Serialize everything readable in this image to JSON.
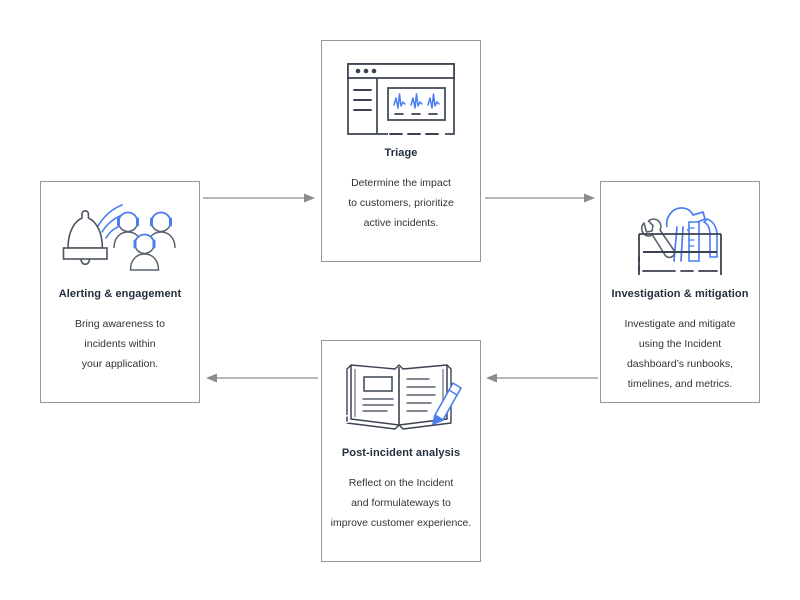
{
  "diagram": {
    "type": "cycle-flow",
    "accent_color": "#4a7ef0",
    "border_color": "#969696",
    "title_color": "#232f3e",
    "body_color": "#333333",
    "arrow_color": "#8c8c8c",
    "background": "#ffffff"
  },
  "cards": [
    {
      "id": "alerting",
      "title": "Alerting & engagement",
      "icon": "bell-and-people-with-headsets-icon",
      "body_lines": [
        "Bring awareness to",
        "incidents within",
        "your application."
      ]
    },
    {
      "id": "triage",
      "title": "Triage",
      "icon": "dashboard-window-with-charts-icon",
      "body_lines": [
        "Determine the impact",
        "to customers, prioritize",
        "active incidents."
      ]
    },
    {
      "id": "investigation",
      "title": "Investigation & mitigation",
      "icon": "toolbox-with-tools-icon",
      "body_lines": [
        "Investigate and mitigate",
        "using the Incident",
        "dashboard’s runbooks,",
        "timelines, and metrics."
      ]
    },
    {
      "id": "postincident",
      "title": "Post-incident analysis",
      "icon": "open-book-with-pencil-icon",
      "body_lines": [
        "Reflect on the Incident",
        "and formulateways to",
        "improve customer experience."
      ]
    }
  ],
  "arrows": [
    {
      "id": "alerting-to-triage",
      "direction": "right"
    },
    {
      "id": "triage-to-investigation",
      "direction": "right"
    },
    {
      "id": "investigation-to-postincident",
      "direction": "left"
    },
    {
      "id": "postincident-to-alerting",
      "direction": "left"
    }
  ]
}
